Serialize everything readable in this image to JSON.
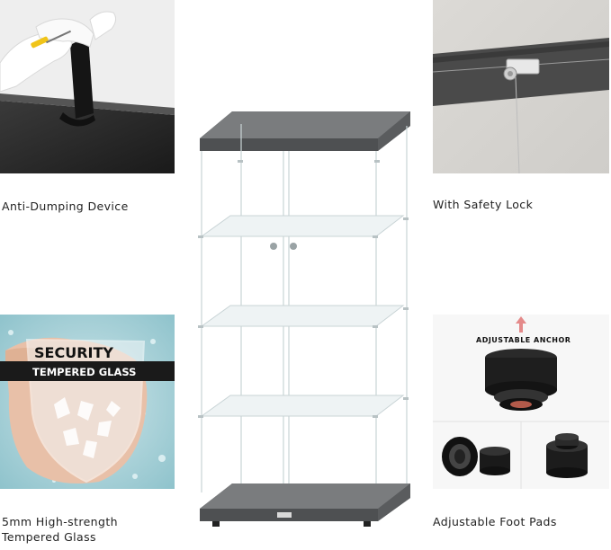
{
  "features": {
    "anti_dumping": {
      "caption": "Anti-Dumping Device"
    },
    "safety_lock": {
      "caption": "With Safety Lock"
    },
    "tempered_glass": {
      "caption_line1": "5mm High-strength",
      "caption_line2": "Tempered Glass",
      "badge_top": "SECURITY",
      "badge_bottom": "TEMPERED GLASS"
    },
    "foot_pads": {
      "caption": "Adjustable Foot Pads",
      "anchor_label": "ADJUSTABLE ANCHOR"
    }
  },
  "colors": {
    "cabinet_frame": "#5f6163",
    "glass_edge": "#c9d4d6",
    "badge_band": "#1a1a1a"
  },
  "icons": [
    "gloved-hand-strap-image",
    "safety-lock-image",
    "glass-shield-image",
    "foot-pad-image",
    "glass-cabinet-image"
  ]
}
